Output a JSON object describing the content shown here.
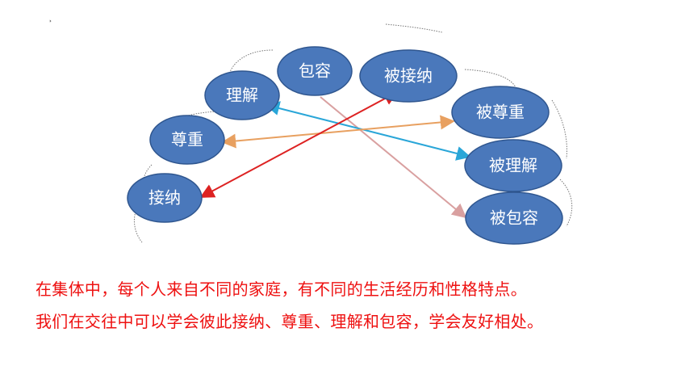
{
  "diagram": {
    "left_nodes": [
      "包容",
      "理解",
      "尊重",
      "接纳"
    ],
    "right_nodes": [
      "被接纳",
      "被尊重",
      "被理解",
      "被包容"
    ],
    "connections": [
      {
        "from": "包容",
        "to": "被包容",
        "color": "#d9a0a0"
      },
      {
        "from": "理解",
        "to": "被理解",
        "color": "#2aa6d8"
      },
      {
        "from": "尊重",
        "to": "被尊重",
        "color": "#e8a060"
      },
      {
        "from": "接纳",
        "to": "被接纳",
        "color": "#dd2222"
      }
    ],
    "node_fill": "#4a78bb",
    "node_stroke": "#2f568f"
  },
  "caption": {
    "line1": "在集体中，每个人来自不同的家庭，有不同的生活经历和性格特点。",
    "line2": "我们在交往中可以学会彼此接纳、尊重、理解和包容，学会友好相处。",
    "color": "#ee1111"
  }
}
